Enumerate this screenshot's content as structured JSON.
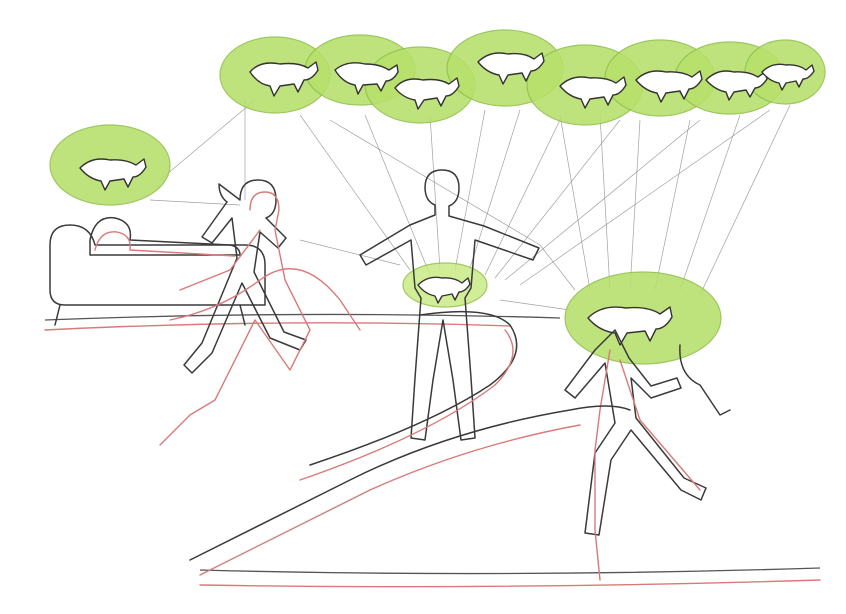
{
  "illustration": {
    "palette": {
      "bubble_green": "#b7e06a",
      "bubble_stroke": "#8fc14a",
      "figure_outline": "#3a3a3a",
      "motion_trail": "#d97a7a",
      "ray_lines": "#8a8a8a",
      "background": "#ffffff"
    },
    "elements": {
      "animal_bubbles_top_row": 8,
      "figures": [
        "reclining-figure",
        "standing-figure",
        "running-figure-left",
        "running-figure-right"
      ]
    }
  }
}
